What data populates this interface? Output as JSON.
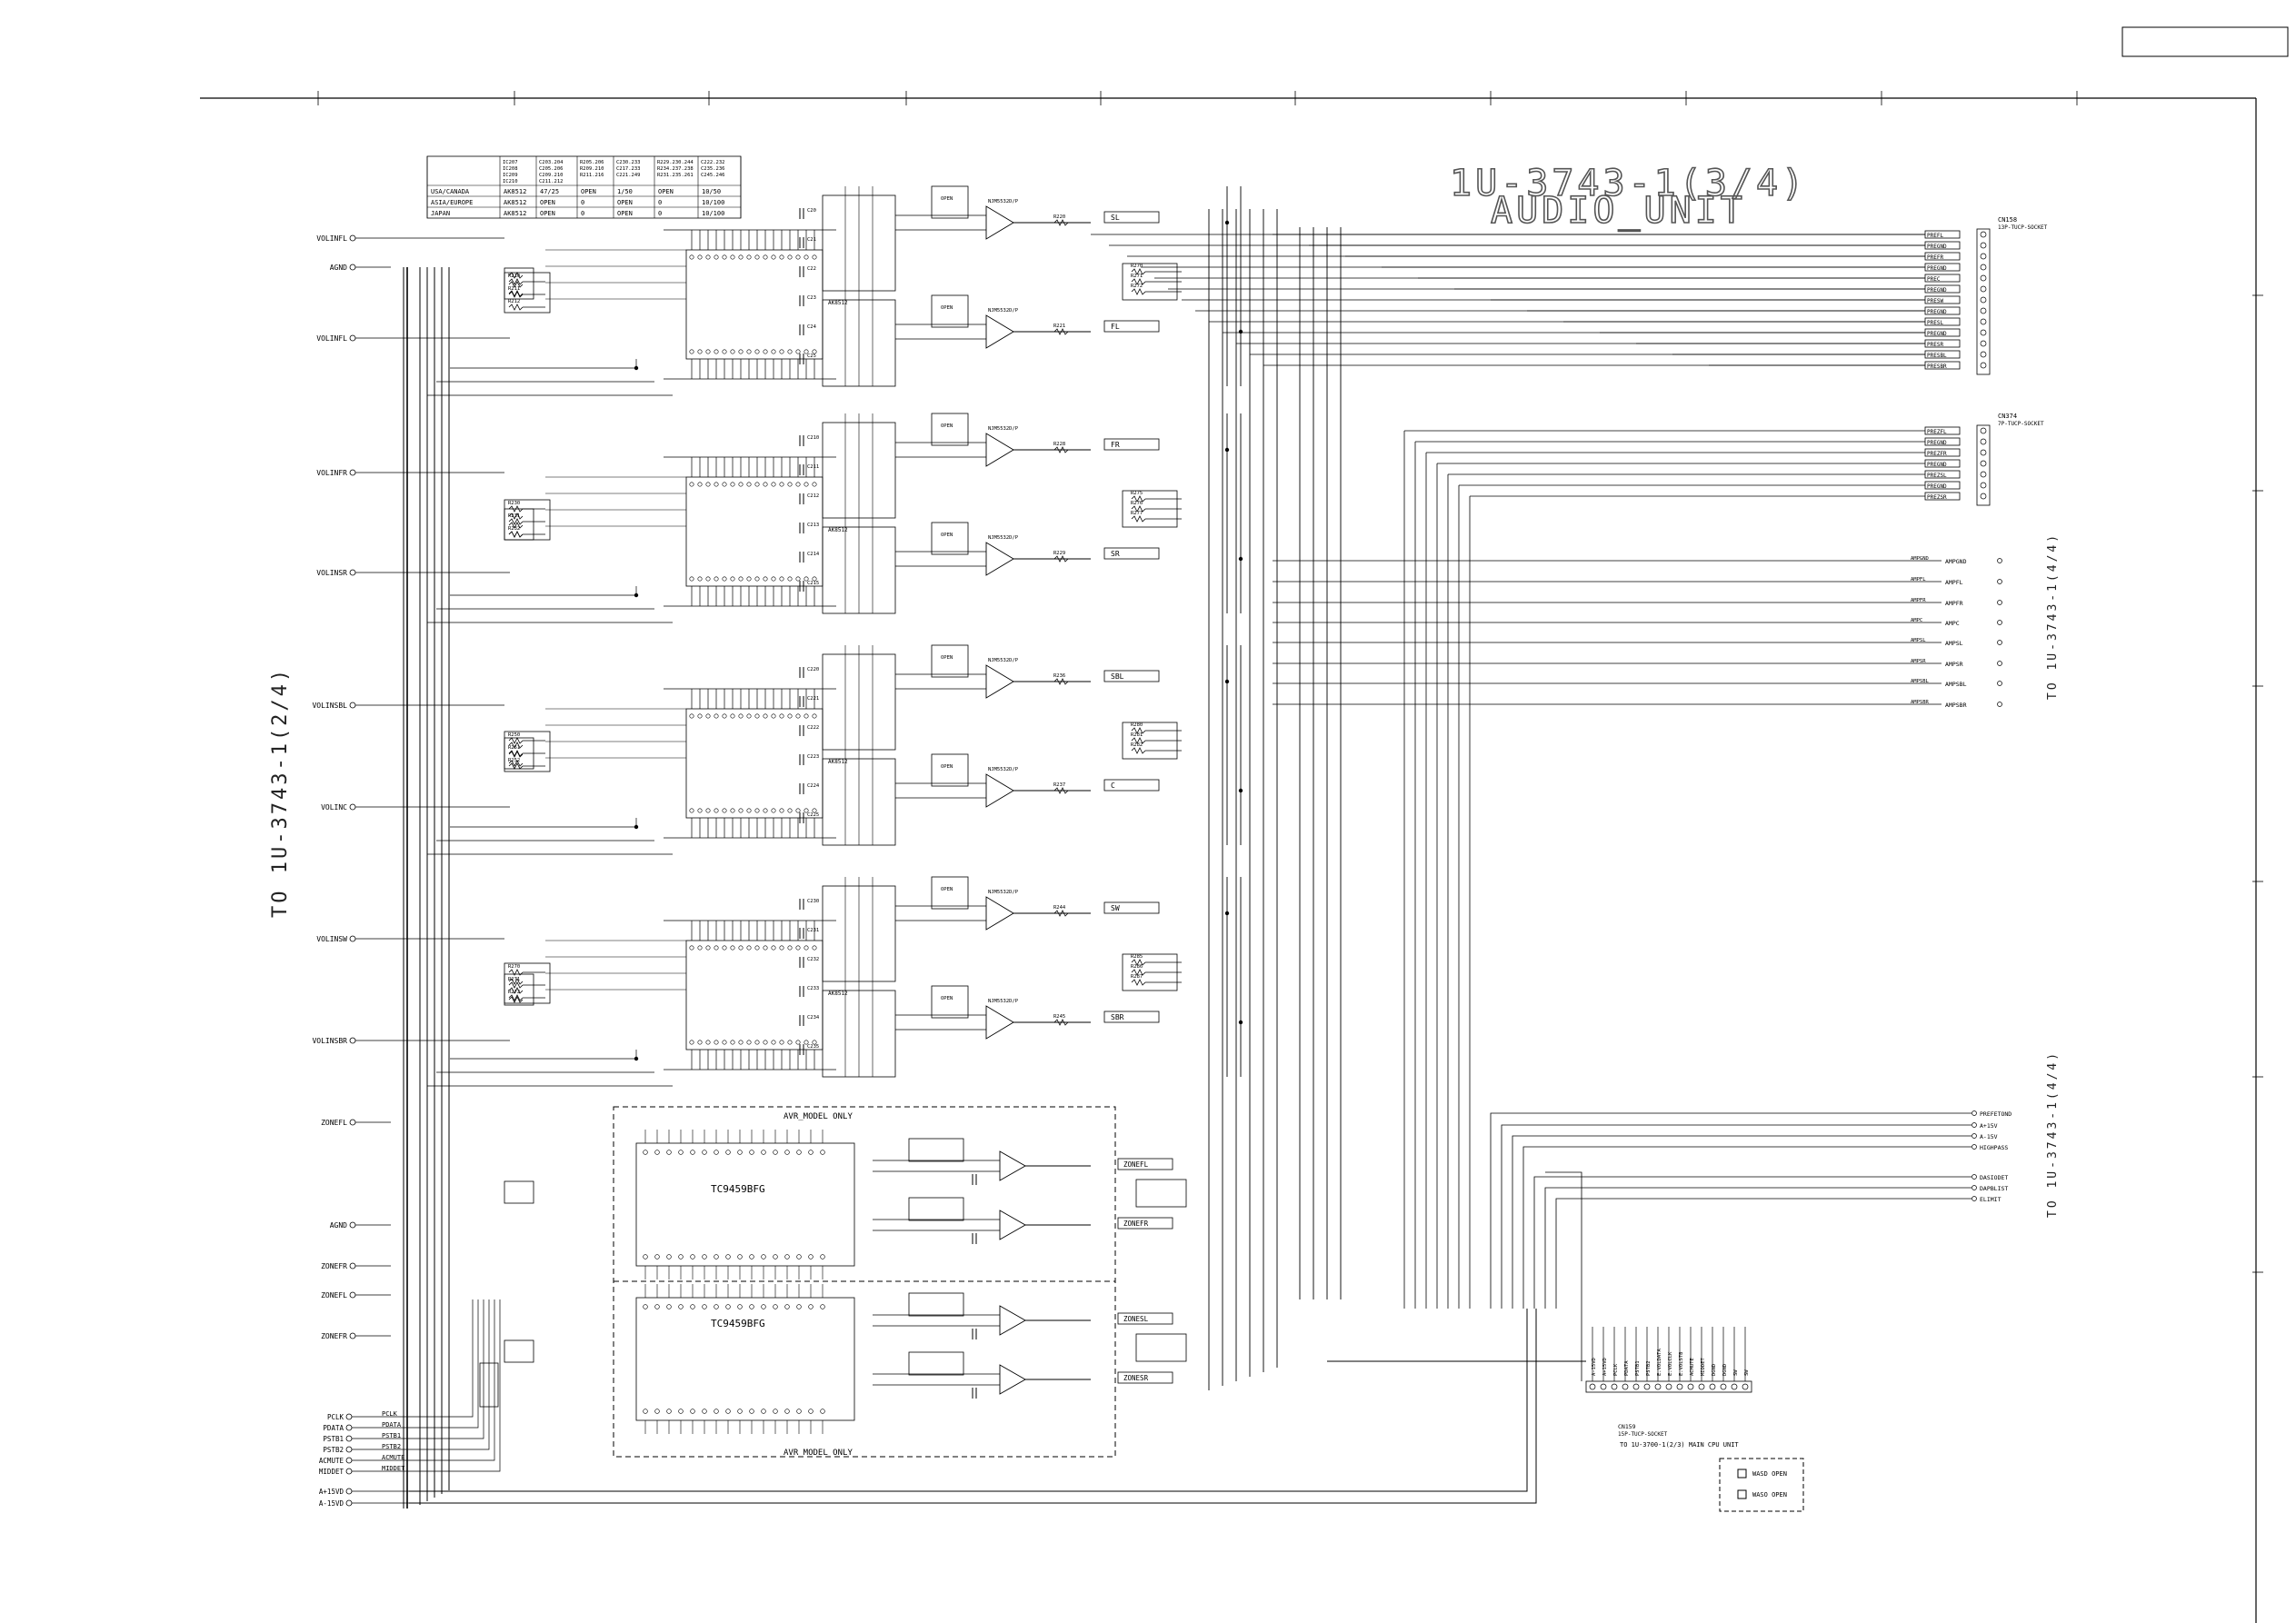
{
  "title": {
    "line1": "1U-3743-1(3/4)",
    "line2": "AUDIO_UNIT"
  },
  "side_labels": {
    "left": "TO 1U-3743-1(2/4)",
    "right_top": "TO 1U-3743-1(4/4)",
    "right_bottom": "TO 1U-3743-1(4/4)",
    "cpu": "TO 1U-3700-1(2/3) MAIN CPU UNIT"
  },
  "variant_table": {
    "headers": [
      "",
      "IC207 IC208 IC209 IC210",
      "C203.204 C205.206 C209.210 C211.212",
      "R205.206 R209.210 R211.216",
      "C230.233 C217.233 C221.249",
      "R229.230.244 R234.237.238 R231.235.261",
      "C222.232 C235.236 C245.246"
    ],
    "rows": [
      [
        "USA/CANADA",
        "AK8512",
        "47/25",
        "OPEN",
        "1/50",
        "OPEN",
        "10/50"
      ],
      [
        "ASIA/EUROPE",
        "AK8512",
        "OPEN",
        "0",
        "OPEN",
        "0",
        "10/100"
      ],
      [
        "JAPAN",
        "AK8512",
        "OPEN",
        "0",
        "OPEN",
        "0",
        "10/100"
      ]
    ]
  },
  "left_inputs": [
    "VOLINFL",
    "AGND",
    "VOLINFL",
    "VOLINFR",
    "VOLINSR",
    "VOLINSBL",
    "VOLINC",
    "VOLINSW",
    "VOLINSBR",
    "ZONEFL",
    "AGND",
    "ZONEFR",
    "ZONEFL",
    "ZONEFR"
  ],
  "bottom_left_pins": [
    [
      "PCLK",
      "PCLK"
    ],
    [
      "PDATA",
      "PDATA"
    ],
    [
      "PSTB1",
      "PSTB1"
    ],
    [
      "PSTB2",
      "PSTB2"
    ],
    [
      "ACMUTE",
      "ACMUTE"
    ],
    [
      "MIDDET",
      "MIDDET"
    ],
    [
      "A+15VD",
      ""
    ],
    [
      "A-15VD",
      ""
    ]
  ],
  "channels": [
    "SL",
    "FL",
    "FR",
    "SR",
    "SBL",
    "C",
    "SW",
    "SBR"
  ],
  "zone_channels": [
    "ZONEFL",
    "ZONEFR",
    "ZONESL",
    "ZONESR"
  ],
  "zone_box_label": "AVR_MODEL ONLY",
  "zone_ics": [
    "TC9459BFG",
    "TC9459BFG"
  ],
  "connectors": {
    "cn1": {
      "name": "CN158",
      "type": "13P-TUCP-SOCKET",
      "pins": [
        "PREFL",
        "PREGND",
        "PREFR",
        "PREGND",
        "PREC",
        "PREGND",
        "PRESW",
        "PREGND",
        "PRESL",
        "PREGND",
        "PRESR",
        "PRESBL",
        "PRESBR"
      ]
    },
    "cn2": {
      "name": "CN374",
      "type": "7P-TUCP-SOCKET",
      "pins": [
        "PREZFL",
        "PREGND",
        "PREZFR",
        "PREGND",
        "PREZSL",
        "PREGND",
        "PREZSR"
      ]
    },
    "cn3": {
      "name": "CN159",
      "type": "15P-TUCP-SOCKET",
      "pins": [
        "A-15VD",
        "A+15VD",
        "PCLK",
        "PDATA",
        "PSTB1",
        "PSTB2",
        "E.VOLDATA",
        "E.VOLCLK",
        "E.VOLSTB",
        "ACMUTE",
        "MIDDET",
        "DGND",
        "DGND",
        "SW",
        "SW"
      ]
    }
  },
  "amp_outputs": [
    "AMPGND",
    "AMPFL",
    "AMPFR",
    "AMPC",
    "AMPSL",
    "AMPSR",
    "AMPSBL",
    "AMPSBR"
  ],
  "right_signals": [
    "PREFETOND",
    "A+15V",
    "A-15V",
    "HIGHPASS",
    "DASIODET",
    "DAPBLIST",
    "ELIMIT"
  ],
  "legend": [
    "WASD OPEN",
    "WASO OPEN"
  ]
}
